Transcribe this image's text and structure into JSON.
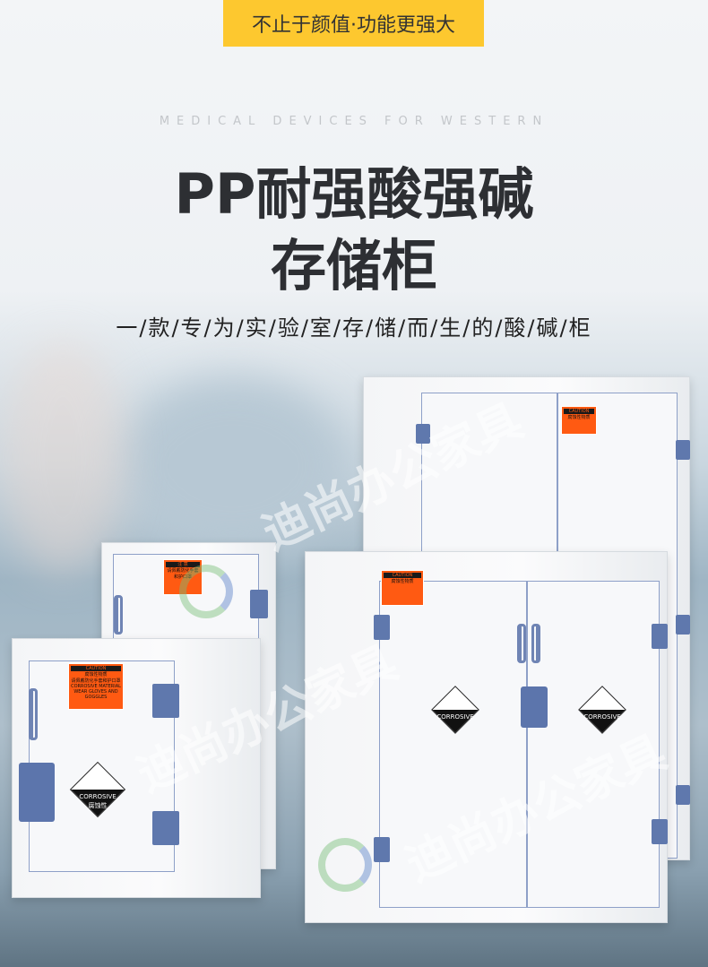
{
  "banner": "不止于颜值·功能更强大",
  "eng_tagline": "MEDICAL DEVICES FOR WESTERN",
  "title_line1": "PP耐强酸强碱",
  "title_line2": "存储柜",
  "subtitle": "一/款/专/为/实/验/室/存/储/而/生/的/酸/碱/柜",
  "label": {
    "top": "注 意",
    "caution": "CAUTION",
    "cn1": "腐蚀性物质",
    "cn2": "请佩戴防化手套和护口罩",
    "en": "CORROSIVE MATERIAL WEAR GLOVES AND GOGGLES"
  },
  "corrosive": {
    "en": "CORROSIVE",
    "cn": "腐蚀性"
  },
  "watermark": "迪尚办公家具",
  "colors": {
    "banner": "#fdc82f",
    "label": "#ff5a12",
    "hinge": "#5f78ad"
  }
}
